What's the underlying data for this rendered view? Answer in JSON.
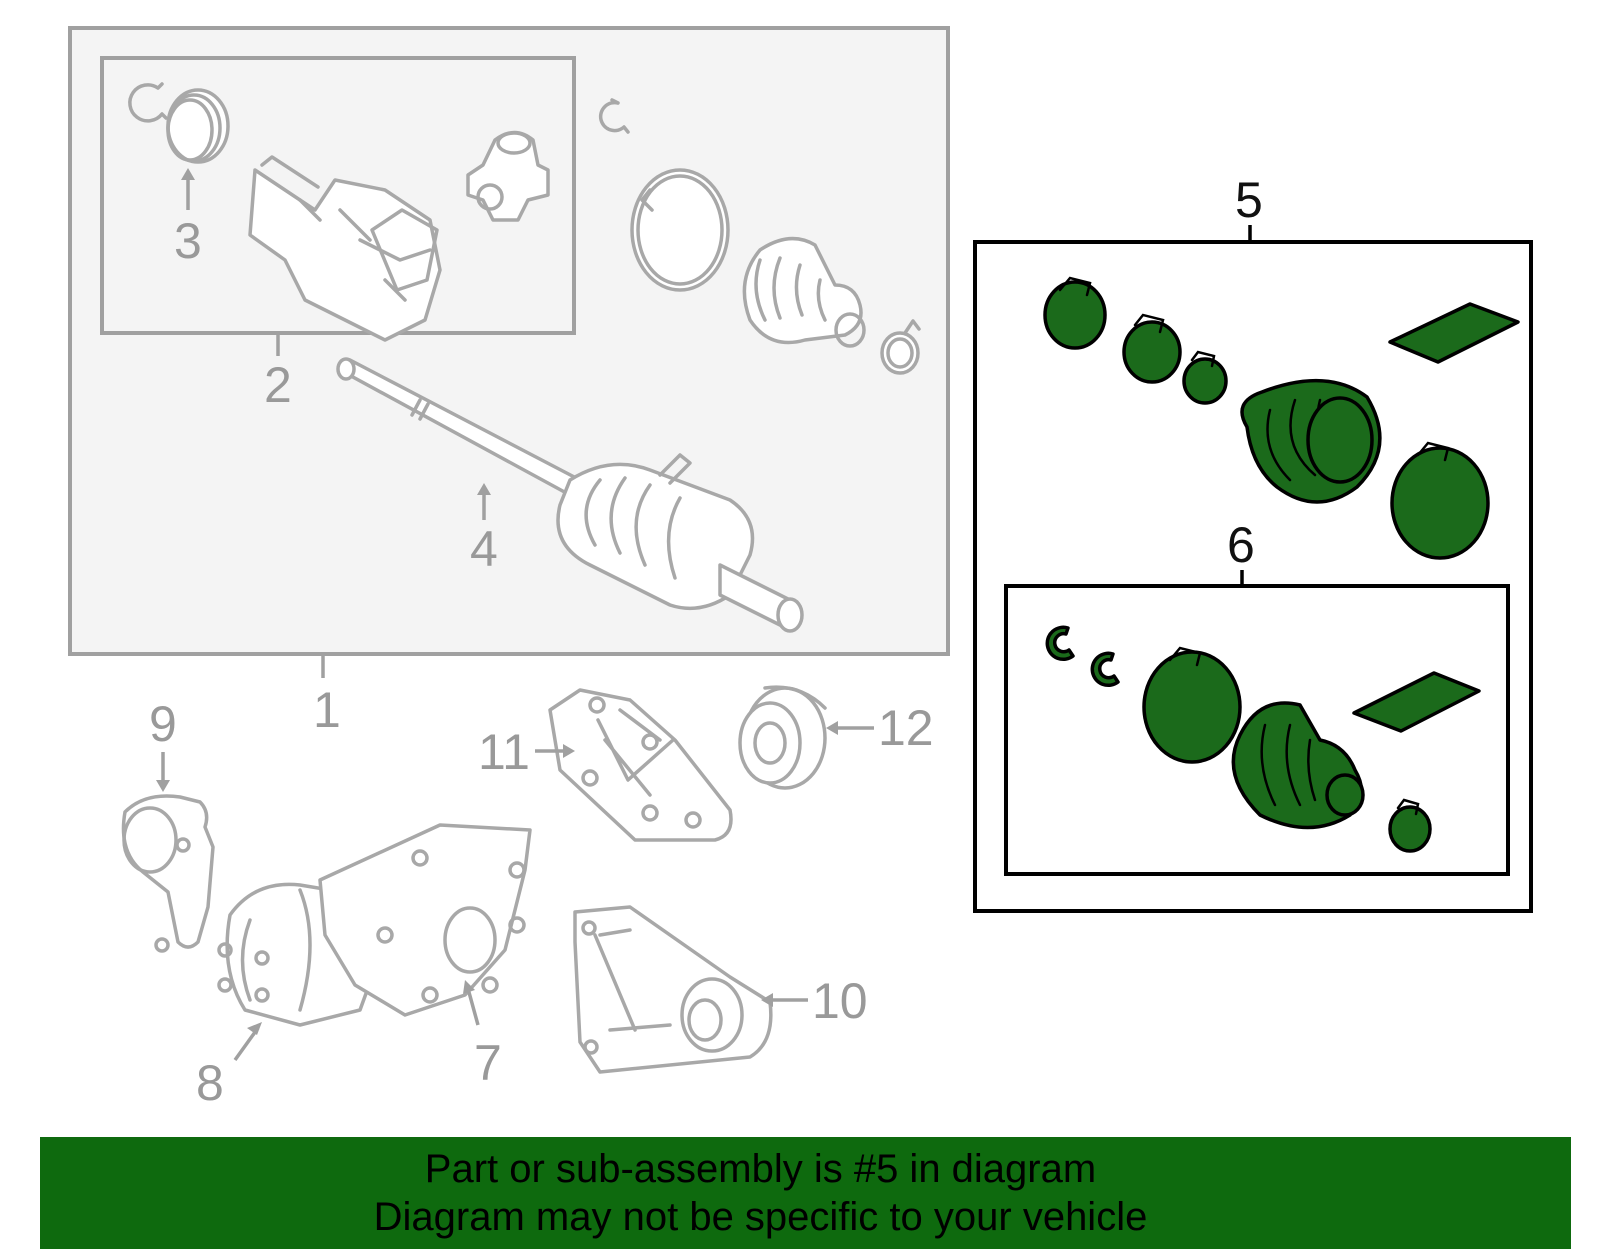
{
  "banner": {
    "line1": "Part or sub-assembly is #5 in diagram",
    "line2": "Diagram may not be specific to your vehicle",
    "color": "#0e6a0e"
  },
  "callouts": {
    "c1": "1",
    "c2": "2",
    "c3": "3",
    "c4": "4",
    "c5": "5",
    "c6": "6",
    "c7": "7",
    "c8": "8",
    "c9": "9",
    "c10": "10",
    "c11": "11",
    "c12": "12"
  },
  "colors": {
    "highlight_fill": "#1b6a1b",
    "inactive_line": "#a8a8a8",
    "active_line": "#000000"
  },
  "highlighted_item": "5"
}
